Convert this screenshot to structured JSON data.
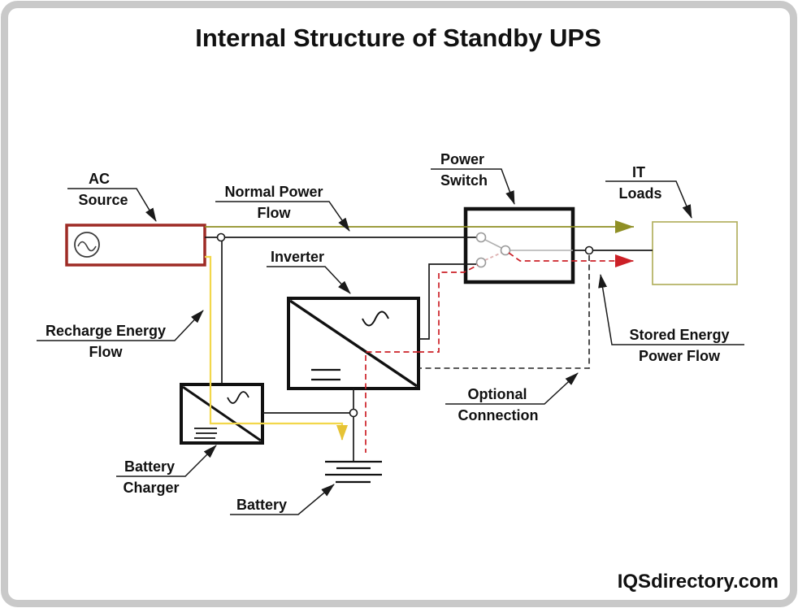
{
  "title": "Internal Structure of Standby UPS",
  "watermark": "IQSdirectory.com",
  "colors": {
    "frame": "#c9c9c9",
    "ac_source_border": "#9e2b25",
    "normal_flow": "#8f8f25",
    "it_loads_border": "#b3b060",
    "recharge_flow": "#f2d74b",
    "recharge_arrow": "#e6c335",
    "stored_flow": "#cc2027",
    "wire": "#1a1a1a"
  },
  "labels": {
    "ac_source": {
      "line1": "AC",
      "line2": "Source"
    },
    "normal_power_flow": {
      "line1": "Normal Power",
      "line2": "Flow"
    },
    "power_switch": {
      "line1": "Power",
      "line2": "Switch"
    },
    "it_loads": {
      "line1": "IT",
      "line2": "Loads"
    },
    "inverter": {
      "line1": "Inverter"
    },
    "recharge_energy_flow": {
      "line1": "Recharge Energy",
      "line2": "Flow"
    },
    "stored_energy_power_flow": {
      "line1": "Stored Energy",
      "line2": "Power Flow"
    },
    "optional_connection": {
      "line1": "Optional",
      "line2": "Connection"
    },
    "battery_charger": {
      "line1": "Battery",
      "line2": "Charger"
    },
    "battery": {
      "line1": "Battery"
    }
  }
}
